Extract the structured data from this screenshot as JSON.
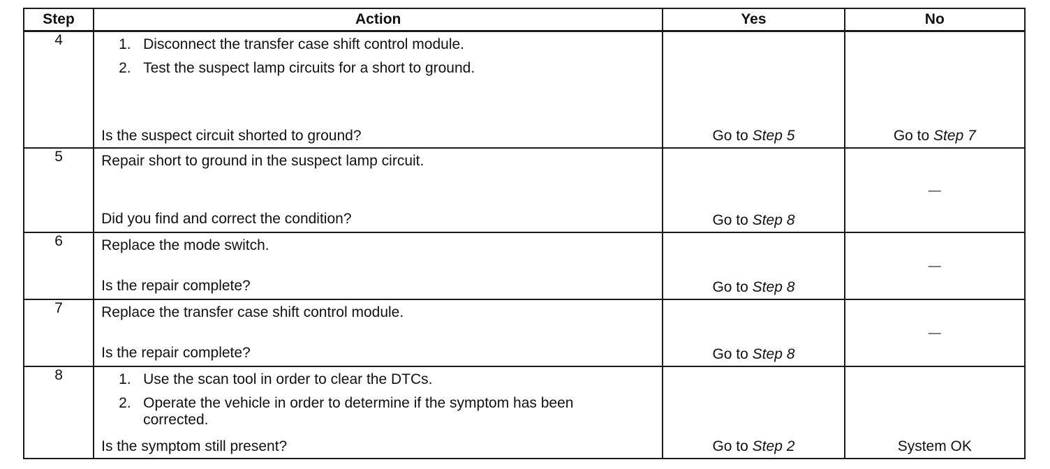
{
  "headers": {
    "step": "Step",
    "action": "Action",
    "yes": "Yes",
    "no": "No"
  },
  "rows": [
    {
      "step": "4",
      "action_items": [
        {
          "num": "1.",
          "text": "Disconnect the transfer case shift control module."
        },
        {
          "num": "2.",
          "text": "Test the suspect lamp circuits for a short to ground."
        }
      ],
      "question": "Is the suspect circuit shorted to ground?",
      "yes": {
        "prefix": "Go to",
        "target": "Step 5"
      },
      "no": {
        "prefix": "Go to",
        "target": "Step 7"
      }
    },
    {
      "step": "5",
      "action_text": "Repair short to ground in the suspect lamp circuit.",
      "question": "Did you find and correct the condition?",
      "yes": {
        "prefix": "Go to",
        "target": "Step 8"
      },
      "no_dash": "—"
    },
    {
      "step": "6",
      "action_text": "Replace the mode switch.",
      "question": "Is the repair complete?",
      "yes": {
        "prefix": "Go to",
        "target": "Step 8"
      },
      "no_dash": "—"
    },
    {
      "step": "7",
      "action_text": "Replace the transfer case shift control module.",
      "question": "Is the repair complete?",
      "yes": {
        "prefix": "Go to",
        "target": "Step 8"
      },
      "no_dash": "—"
    },
    {
      "step": "8",
      "action_items": [
        {
          "num": "1.",
          "text": "Use the scan tool in order to clear the DTCs."
        },
        {
          "num": "2.",
          "text": "Operate the vehicle in order to determine if the symptom has been corrected."
        }
      ],
      "question": "Is the symptom still present?",
      "yes": {
        "prefix": "Go to",
        "target": "Step 2"
      },
      "no_text": "System OK"
    }
  ]
}
